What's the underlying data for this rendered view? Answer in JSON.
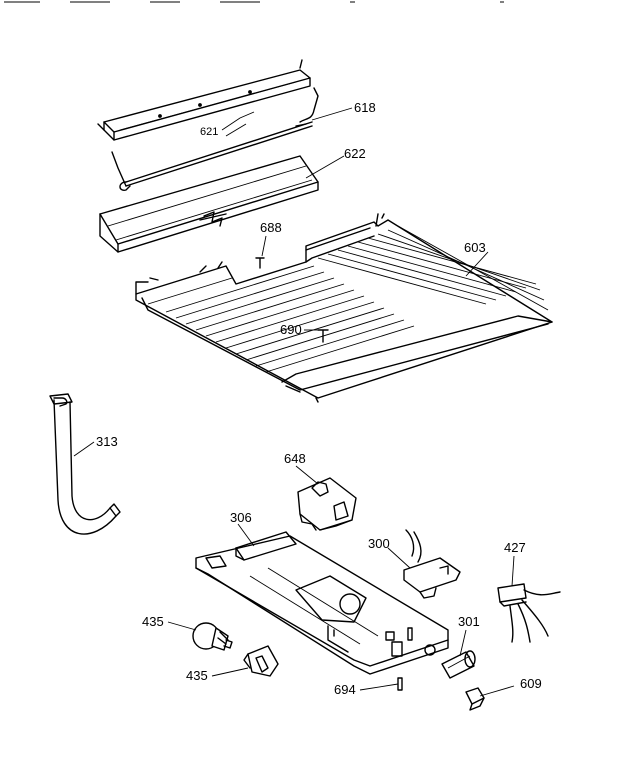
{
  "callouts": {
    "p621": "621",
    "p618": "618",
    "p622": "622",
    "p688": "688",
    "p603": "603",
    "p690": "690",
    "p313": "313",
    "p648": "648",
    "p306": "306",
    "p300": "300",
    "p427": "427",
    "p435a": "435",
    "p435b": "435",
    "p301": "301",
    "p694": "694",
    "p609": "609"
  }
}
